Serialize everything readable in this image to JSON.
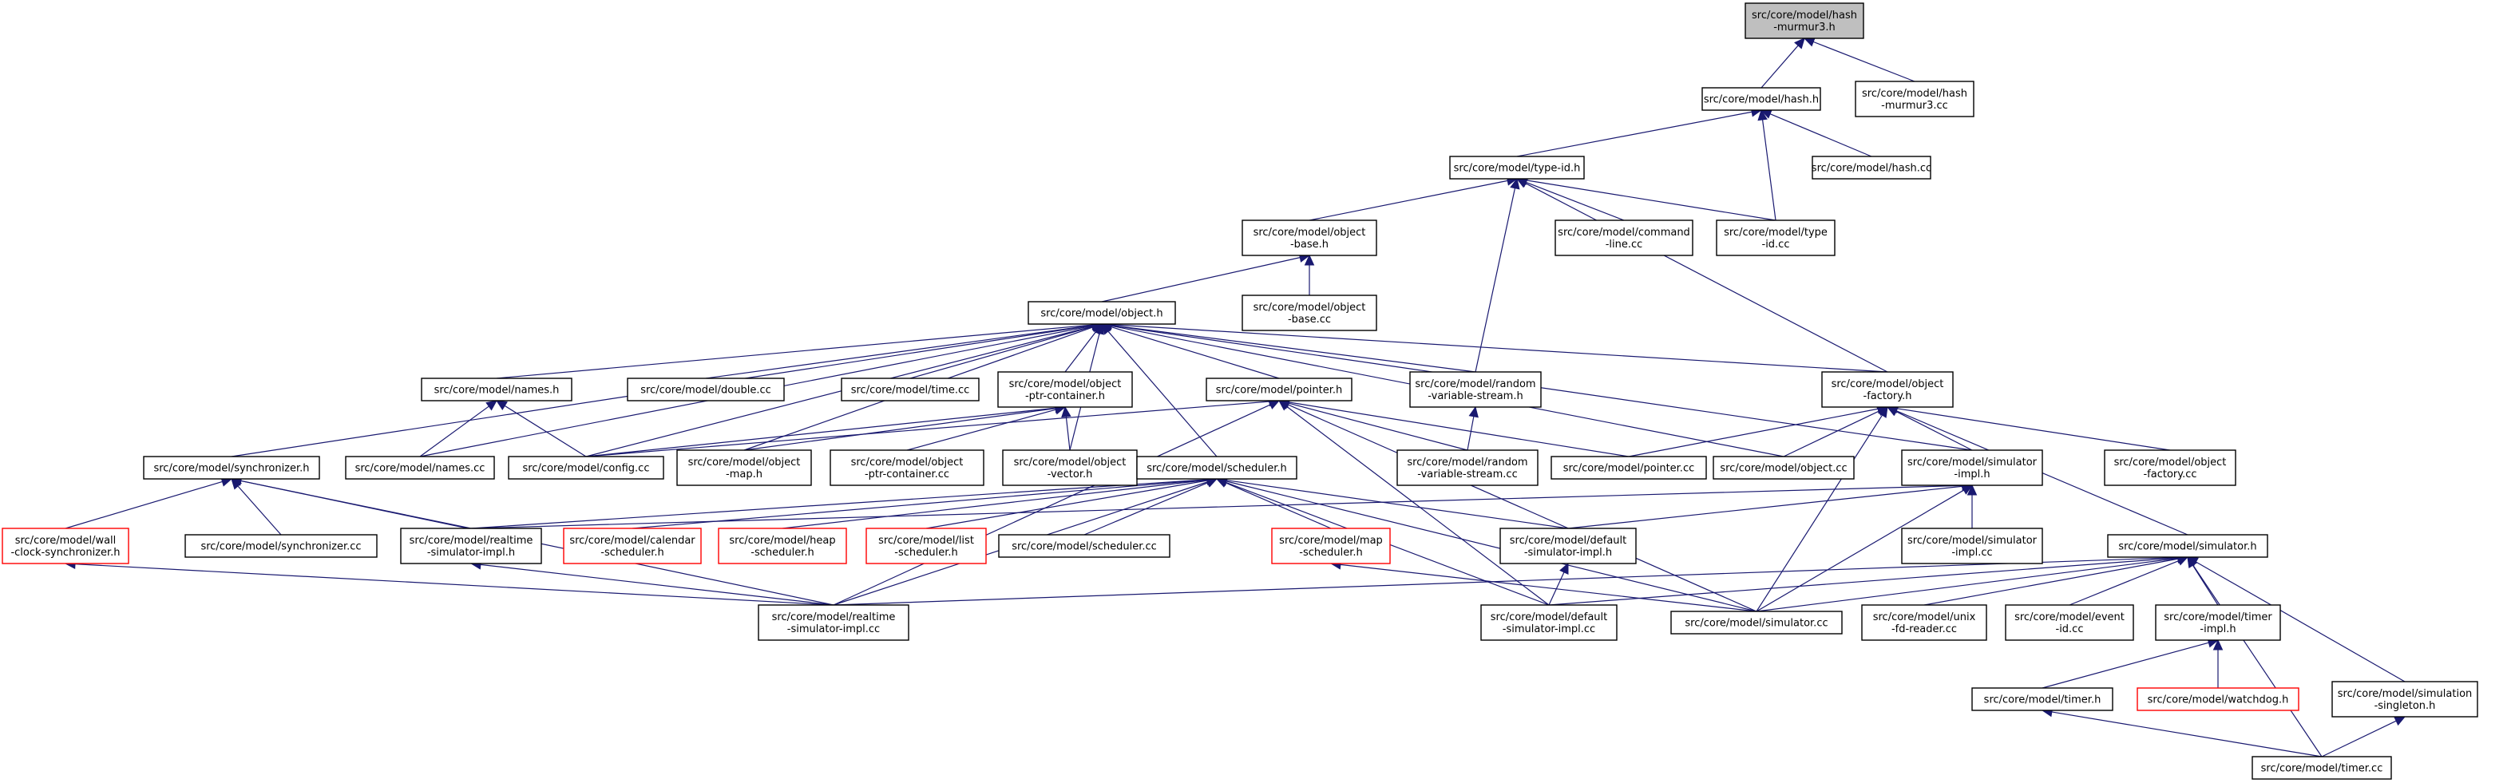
{
  "diagram": {
    "colors": {
      "edge": "#191970",
      "node_border": "#000000",
      "node_border_missing": "#ff0000",
      "root_fill": "#bfbfbf",
      "node_fill": "#ffffff"
    },
    "nodes": [
      {
        "id": "hash_murmur3_h",
        "lines": [
          "src/core/model/hash",
          "-murmur3.h"
        ],
        "style": "root"
      },
      {
        "id": "hash_h",
        "lines": [
          "src/core/model/hash.h"
        ],
        "style": "normal"
      },
      {
        "id": "hash_murmur3_cc",
        "lines": [
          "src/core/model/hash",
          "-murmur3.cc"
        ],
        "style": "normal"
      },
      {
        "id": "type_id_h",
        "lines": [
          "src/core/model/type-id.h"
        ],
        "style": "normal"
      },
      {
        "id": "hash_cc",
        "lines": [
          "src/core/model/hash.cc"
        ],
        "style": "normal"
      },
      {
        "id": "object_base_h",
        "lines": [
          "src/core/model/object",
          "-base.h"
        ],
        "style": "normal"
      },
      {
        "id": "command_line_cc",
        "lines": [
          "src/core/model/command",
          "-line.cc"
        ],
        "style": "normal"
      },
      {
        "id": "type_id_cc",
        "lines": [
          "src/core/model/type",
          "-id.cc"
        ],
        "style": "normal"
      },
      {
        "id": "object_base_cc",
        "lines": [
          "src/core/model/object",
          "-base.cc"
        ],
        "style": "normal"
      },
      {
        "id": "object_h",
        "lines": [
          "src/core/model/object.h"
        ],
        "style": "normal"
      },
      {
        "id": "names_h",
        "lines": [
          "src/core/model/names.h"
        ],
        "style": "normal"
      },
      {
        "id": "double_cc",
        "lines": [
          "src/core/model/double.cc"
        ],
        "style": "normal"
      },
      {
        "id": "time_cc",
        "lines": [
          "src/core/model/time.cc"
        ],
        "style": "normal"
      },
      {
        "id": "object_ptr_container_h",
        "lines": [
          "src/core/model/object",
          "-ptr-container.h"
        ],
        "style": "normal"
      },
      {
        "id": "pointer_h",
        "lines": [
          "src/core/model/pointer.h"
        ],
        "style": "normal"
      },
      {
        "id": "random_variable_stream_h",
        "lines": [
          "src/core/model/random",
          "-variable-stream.h"
        ],
        "style": "normal"
      },
      {
        "id": "object_factory_h",
        "lines": [
          "src/core/model/object",
          "-factory.h"
        ],
        "style": "normal"
      },
      {
        "id": "synchronizer_h",
        "lines": [
          "src/core/model/synchronizer.h"
        ],
        "style": "normal"
      },
      {
        "id": "names_cc",
        "lines": [
          "src/core/model/names.cc"
        ],
        "style": "normal"
      },
      {
        "id": "config_cc",
        "lines": [
          "src/core/model/config.cc"
        ],
        "style": "normal"
      },
      {
        "id": "object_map_h",
        "lines": [
          "src/core/model/object",
          "-map.h"
        ],
        "style": "normal"
      },
      {
        "id": "object_ptr_container_cc",
        "lines": [
          "src/core/model/object",
          "-ptr-container.cc"
        ],
        "style": "normal"
      },
      {
        "id": "object_vector_h",
        "lines": [
          "src/core/model/object",
          "-vector.h"
        ],
        "style": "normal"
      },
      {
        "id": "scheduler_h",
        "lines": [
          "src/core/model/scheduler.h"
        ],
        "style": "normal"
      },
      {
        "id": "random_variable_stream_cc",
        "lines": [
          "src/core/model/random",
          "-variable-stream.cc"
        ],
        "style": "normal"
      },
      {
        "id": "pointer_cc",
        "lines": [
          "src/core/model/pointer.cc"
        ],
        "style": "normal"
      },
      {
        "id": "object_cc",
        "lines": [
          "src/core/model/object.cc"
        ],
        "style": "normal"
      },
      {
        "id": "simulator_impl_h",
        "lines": [
          "src/core/model/simulator",
          "-impl.h"
        ],
        "style": "normal"
      },
      {
        "id": "object_factory_cc",
        "lines": [
          "src/core/model/object",
          "-factory.cc"
        ],
        "style": "normal"
      },
      {
        "id": "wall_clock_synchronizer_h",
        "lines": [
          "src/core/model/wall",
          "-clock-synchronizer.h"
        ],
        "style": "missing"
      },
      {
        "id": "synchronizer_cc",
        "lines": [
          "src/core/model/synchronizer.cc"
        ],
        "style": "normal"
      },
      {
        "id": "realtime_simulator_impl_h",
        "lines": [
          "src/core/model/realtime",
          "-simulator-impl.h"
        ],
        "style": "normal"
      },
      {
        "id": "calendar_scheduler_h",
        "lines": [
          "src/core/model/calendar",
          "-scheduler.h"
        ],
        "style": "missing"
      },
      {
        "id": "heap_scheduler_h",
        "lines": [
          "src/core/model/heap",
          "-scheduler.h"
        ],
        "style": "missing"
      },
      {
        "id": "list_scheduler_h",
        "lines": [
          "src/core/model/list",
          "-scheduler.h"
        ],
        "style": "missing"
      },
      {
        "id": "scheduler_cc",
        "lines": [
          "src/core/model/scheduler.cc"
        ],
        "style": "normal"
      },
      {
        "id": "map_scheduler_h",
        "lines": [
          "src/core/model/map",
          "-scheduler.h"
        ],
        "style": "missing"
      },
      {
        "id": "default_simulator_impl_h",
        "lines": [
          "src/core/model/default",
          "-simulator-impl.h"
        ],
        "style": "normal"
      },
      {
        "id": "simulator_impl_cc",
        "lines": [
          "src/core/model/simulator",
          "-impl.cc"
        ],
        "style": "normal"
      },
      {
        "id": "simulator_h",
        "lines": [
          "src/core/model/simulator.h"
        ],
        "style": "normal"
      },
      {
        "id": "realtime_simulator_impl_cc",
        "lines": [
          "src/core/model/realtime",
          "-simulator-impl.cc"
        ],
        "style": "normal"
      },
      {
        "id": "default_simulator_impl_cc",
        "lines": [
          "src/core/model/default",
          "-simulator-impl.cc"
        ],
        "style": "normal"
      },
      {
        "id": "simulator_cc",
        "lines": [
          "src/core/model/simulator.cc"
        ],
        "style": "normal"
      },
      {
        "id": "unix_fd_reader_cc",
        "lines": [
          "src/core/model/unix",
          "-fd-reader.cc"
        ],
        "style": "normal"
      },
      {
        "id": "event_id_cc",
        "lines": [
          "src/core/model/event",
          "-id.cc"
        ],
        "style": "normal"
      },
      {
        "id": "timer_impl_h",
        "lines": [
          "src/core/model/timer",
          "-impl.h"
        ],
        "style": "normal"
      },
      {
        "id": "timer_h",
        "lines": [
          "src/core/model/timer.h"
        ],
        "style": "normal"
      },
      {
        "id": "watchdog_h",
        "lines": [
          "src/core/model/watchdog.h"
        ],
        "style": "missing"
      },
      {
        "id": "simulation_singleton_h",
        "lines": [
          "src/core/model/simulation",
          "-singleton.h"
        ],
        "style": "normal"
      },
      {
        "id": "timer_cc",
        "lines": [
          "src/core/model/timer.cc"
        ],
        "style": "normal"
      }
    ],
    "edges": [
      [
        "hash_murmur3_h",
        "hash_h"
      ],
      [
        "hash_murmur3_h",
        "hash_murmur3_cc"
      ],
      [
        "hash_h",
        "type_id_h"
      ],
      [
        "hash_h",
        "hash_cc"
      ],
      [
        "hash_h",
        "type_id_cc"
      ],
      [
        "type_id_h",
        "object_base_h"
      ],
      [
        "type_id_h",
        "command_line_cc"
      ],
      [
        "type_id_h",
        "type_id_cc"
      ],
      [
        "type_id_h",
        "random_variable_stream_h"
      ],
      [
        "type_id_h",
        "object_factory_h"
      ],
      [
        "object_base_h",
        "object_base_cc"
      ],
      [
        "object_base_h",
        "object_h"
      ],
      [
        "object_h",
        "names_h"
      ],
      [
        "object_h",
        "double_cc"
      ],
      [
        "object_h",
        "time_cc"
      ],
      [
        "object_h",
        "object_ptr_container_h"
      ],
      [
        "object_h",
        "pointer_h"
      ],
      [
        "object_h",
        "random_variable_stream_h"
      ],
      [
        "object_h",
        "object_factory_h"
      ],
      [
        "object_h",
        "synchronizer_h"
      ],
      [
        "object_h",
        "names_cc"
      ],
      [
        "object_h",
        "config_cc"
      ],
      [
        "object_h",
        "object_map_h"
      ],
      [
        "object_h",
        "object_vector_h"
      ],
      [
        "object_h",
        "scheduler_h"
      ],
      [
        "object_h",
        "object_cc"
      ],
      [
        "object_h",
        "simulator_impl_h"
      ],
      [
        "names_h",
        "names_cc"
      ],
      [
        "names_h",
        "config_cc"
      ],
      [
        "object_ptr_container_h",
        "config_cc"
      ],
      [
        "object_ptr_container_h",
        "object_map_h"
      ],
      [
        "object_ptr_container_h",
        "object_ptr_container_cc"
      ],
      [
        "object_ptr_container_h",
        "object_vector_h"
      ],
      [
        "pointer_h",
        "config_cc"
      ],
      [
        "pointer_h",
        "pointer_cc"
      ],
      [
        "pointer_h",
        "random_variable_stream_cc"
      ],
      [
        "pointer_h",
        "default_simulator_impl_cc"
      ],
      [
        "pointer_h",
        "realtime_simulator_impl_cc"
      ],
      [
        "pointer_h",
        "simulator_cc"
      ],
      [
        "random_variable_stream_h",
        "random_variable_stream_cc"
      ],
      [
        "object_factory_h",
        "pointer_cc"
      ],
      [
        "object_factory_h",
        "object_cc"
      ],
      [
        "object_factory_h",
        "simulator_impl_h"
      ],
      [
        "object_factory_h",
        "object_factory_cc"
      ],
      [
        "object_factory_h",
        "simulator_h"
      ],
      [
        "object_factory_h",
        "simulator_cc"
      ],
      [
        "synchronizer_h",
        "wall_clock_synchronizer_h"
      ],
      [
        "synchronizer_h",
        "synchronizer_cc"
      ],
      [
        "synchronizer_h",
        "realtime_simulator_impl_h"
      ],
      [
        "synchronizer_h",
        "realtime_simulator_impl_cc"
      ],
      [
        "wall_clock_synchronizer_h",
        "realtime_simulator_impl_cc"
      ],
      [
        "scheduler_h",
        "realtime_simulator_impl_h"
      ],
      [
        "scheduler_h",
        "calendar_scheduler_h"
      ],
      [
        "scheduler_h",
        "heap_scheduler_h"
      ],
      [
        "scheduler_h",
        "list_scheduler_h"
      ],
      [
        "scheduler_h",
        "scheduler_cc"
      ],
      [
        "scheduler_h",
        "map_scheduler_h"
      ],
      [
        "scheduler_h",
        "default_simulator_impl_h"
      ],
      [
        "scheduler_h",
        "realtime_simulator_impl_cc"
      ],
      [
        "scheduler_h",
        "default_simulator_impl_cc"
      ],
      [
        "scheduler_h",
        "simulator_cc"
      ],
      [
        "simulator_impl_h",
        "realtime_simulator_impl_h"
      ],
      [
        "simulator_impl_h",
        "default_simulator_impl_h"
      ],
      [
        "simulator_impl_h",
        "simulator_impl_cc"
      ],
      [
        "simulator_impl_h",
        "simulator_cc"
      ],
      [
        "realtime_simulator_impl_h",
        "realtime_simulator_impl_cc"
      ],
      [
        "default_simulator_impl_h",
        "default_simulator_impl_cc"
      ],
      [
        "map_scheduler_h",
        "simulator_cc"
      ],
      [
        "simulator_h",
        "realtime_simulator_impl_cc"
      ],
      [
        "simulator_h",
        "default_simulator_impl_cc"
      ],
      [
        "simulator_h",
        "simulator_cc"
      ],
      [
        "simulator_h",
        "unix_fd_reader_cc"
      ],
      [
        "simulator_h",
        "event_id_cc"
      ],
      [
        "simulator_h",
        "timer_impl_h"
      ],
      [
        "simulator_h",
        "simulation_singleton_h"
      ],
      [
        "simulator_h",
        "timer_cc"
      ],
      [
        "timer_impl_h",
        "timer_h"
      ],
      [
        "timer_impl_h",
        "watchdog_h"
      ],
      [
        "timer_h",
        "timer_cc"
      ],
      [
        "simulation_singleton_h",
        "timer_cc"
      ]
    ]
  }
}
